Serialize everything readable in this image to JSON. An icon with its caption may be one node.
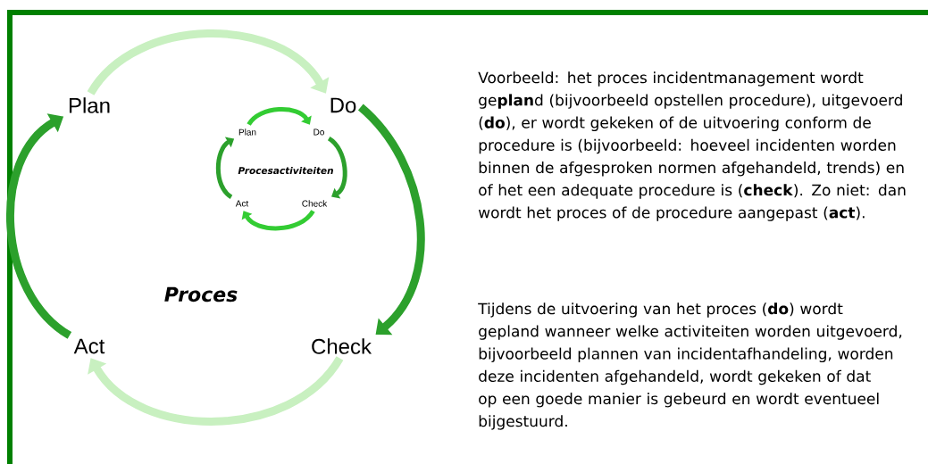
{
  "diagram": {
    "nodes": [
      {
        "text": [
          "Plan"
        ]
      },
      {
        "text": [
          "Do"
        ]
      },
      {
        "text": [
          "Check"
        ]
      },
      {
        "text": [
          "Act"
        ]
      },
      {
        "text": [
          "Plan"
        ]
      },
      {
        "text": [
          "Do"
        ]
      },
      {
        "text": [
          "Check"
        ]
      },
      {
        "text": [
          "Act"
        ]
      }
    ],
    "edges": [
      {
        "from": 0,
        "to": 1,
        "arrow": "to",
        "style": "thick",
        "color": "#c8f0c0"
      },
      {
        "from": 1,
        "to": 2,
        "arrow": "to",
        "style": "thick",
        "color": "#2ca02c"
      },
      {
        "from": 2,
        "to": 3,
        "arrow": "to",
        "style": "thick",
        "color": "#c8f0c0"
      },
      {
        "from": 3,
        "to": 0,
        "arrow": "to",
        "style": "thick",
        "color": "#2ca02c"
      },
      {
        "from": 4,
        "to": 5,
        "arrow": "to",
        "color": "#33cc33"
      },
      {
        "from": 5,
        "to": 6,
        "arrow": "to",
        "color": "#2ca02c"
      },
      {
        "from": 6,
        "to": 7,
        "arrow": "to",
        "color": "#33cc33"
      },
      {
        "from": 7,
        "to": 4,
        "arrow": "to",
        "color": "#2ca02c"
      }
    ],
    "labels": [
      "Procesactiviteiten",
      "Proces",
      "Voorbeeld: het proces incidentmanagement wordt ge**plan**d (bijvoorbeeld opstellen procedure), uitgevoerd (**do**), er wordt gekeken of de uitvoering conform de procedure is (bijvoorbeeld: hoeveel incidenten worden binnen de afgesproken normen afgehandeld, trends) en of het een adequate procedure is (**check**). Zo niet: dan wordt het proces of de procedure aangepast (**act**).",
      "Tijdens de uitvoering van het proces (**do**) wordt gepland wanneer welke activiteiten worden uitgevoerd, bijvoorbeeld plannen van incidentafhandeling, worden deze incidenten afgehandeld, wordt gekeken of dat op een goede manier is gebeurd en wordt eventueel bijgestuurd."
    ]
  }
}
